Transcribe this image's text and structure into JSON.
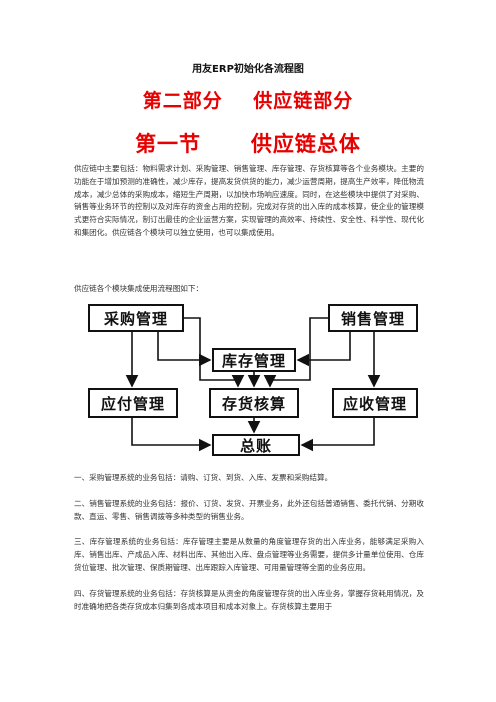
{
  "document": {
    "title": "用友ERP初始化各流程图",
    "part_title": "第二部分    供应链部分",
    "section_title": "第一节      供应链总体",
    "intro": "供应链中主要包括：物料需求计划、采购管理、销售管理、库存管理、存货核算等各个业务模块。主要的功能在于增加预测的准确性，减少库存，提高发货供货的能力，减少运营周期，提高生产效率，降低物流成本，减少总体的采购成本，缩短生产周期，以加快市场响应速度。同时，在这些模块中提供了对采购、销售等业务环节的控制以及对库存的资金占用的控制，完成对存货的出入库的成本核算，使企业的管理模式更符合实际情况，制订出最佳的企业运营方案，实现管理的高效率、持续性、安全性、科学性、现代化和集团化。供应链各个模块可以独立使用，也可以集成使用。",
    "flow_intro": "供应链各个模块集成使用流程图如下："
  },
  "flowchart": {
    "purchase": "采购管理",
    "sales": "销售管理",
    "inventory": "库存管理",
    "payable": "应付管理",
    "stock_accounting": "存货核算",
    "receivable": "应收管理",
    "ledger": "总账"
  },
  "items": [
    "一、采购管理系统的业务包括：请购、订货、到货、入库、发票和采购结算。",
    "二、销售管理系统的业务包括：报价、订货、发货、开票业务，此外还包括普通销售、委托代销、分期收款、直运、零售、销售调拨等多种类型的销售业务。",
    "三、库存管理系统的业务包括：库存管理主要是从数量的角度管理存货的出入库业务，能够满足采购入库、销售出库、产成品入库、材料出库、其他出入库、盘点管理等业务需要，提供多计量单位使用、仓库货位管理、批次管理、保质期管理、出库跟踪入库管理、可用量管理等全面的业务应用。",
    "四、存货管理系统的业务包括：存货核算是从资金的角度管理存货的出入库业务，掌握存货耗用情况，及时准确地把各类存货成本归集到各成本项目和成本对象上。存货核算主要用于"
  ]
}
